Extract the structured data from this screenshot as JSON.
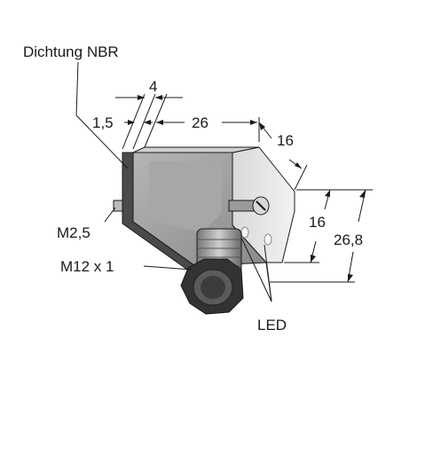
{
  "labels": {
    "seal": "Dichtung NBR",
    "screw": "M2,5",
    "thread": "M12 x 1",
    "led": "LED",
    "dim_gasket": "1,5",
    "dim_offset": "4",
    "dim_length": "26",
    "dim_depth": "16",
    "dim_height_inner": "16",
    "dim_height_total": "26,8"
  },
  "colors": {
    "body_front": "#9c9c9c",
    "body_top": "#c9c9c9",
    "body_side": "#e6e6e6",
    "gasket": "#4a4a4a",
    "connector": "#5f5f5f",
    "nut": "#2e2e2e",
    "line": "#1a1a1a"
  }
}
